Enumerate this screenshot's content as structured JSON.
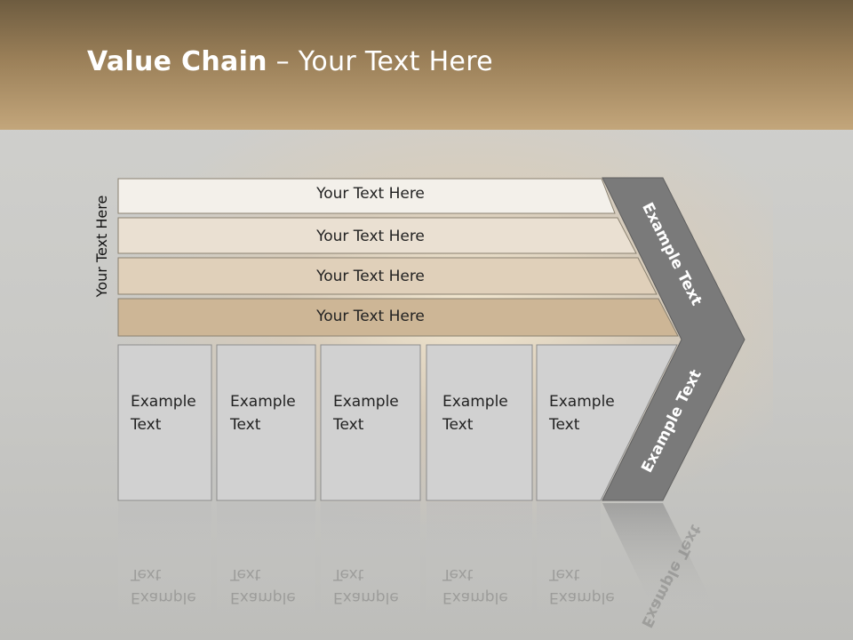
{
  "slide": {
    "title_bold": "Value Chain",
    "title_rest": " – Your Text Here",
    "side_label": "Your Text Here"
  },
  "bars": [
    {
      "label": "Your Text Here"
    },
    {
      "label": "Your Text Here"
    },
    {
      "label": "Your Text Here"
    },
    {
      "label": "Your Text Here"
    }
  ],
  "columns": [
    {
      "line1": "Example",
      "line2": "Text"
    },
    {
      "line1": "Example",
      "line2": "Text"
    },
    {
      "line1": "Example",
      "line2": "Text"
    },
    {
      "line1": "Example",
      "line2": "Text"
    },
    {
      "line1": "Example",
      "line2": "Text"
    }
  ],
  "chevron": {
    "top_label": "Example Text",
    "bottom_label": "Example Text"
  },
  "colors": {
    "header": "#9a7f58",
    "bar1": "#f3f0ea",
    "bar2": "#eae0d2",
    "bar3": "#e0d0ba",
    "bar4": "#cdb696",
    "column": "#d1d1d1",
    "chevron": "#7a7a7a"
  }
}
